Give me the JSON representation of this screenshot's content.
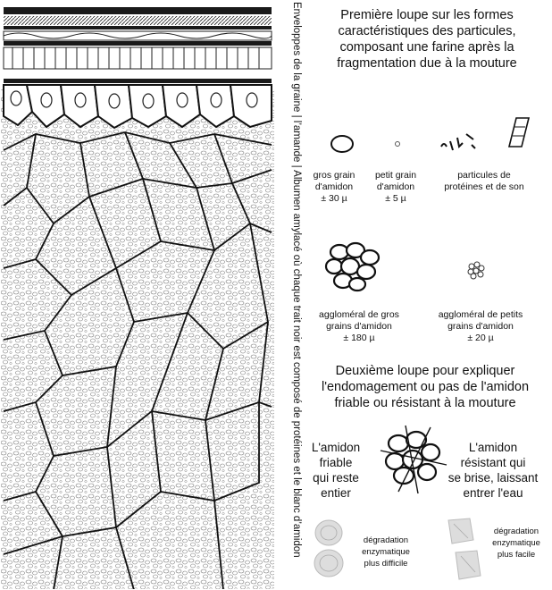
{
  "side_caption": "Enveloppes de la graine | l’amande | Albumen amylacé où chaque trait noir est composé de protéines et le blanc d’amidon",
  "loupe1": {
    "title": "Première loupe sur les formes caractéristiques des particules, composant une farine après la fragmentation due à la mouture",
    "items": [
      {
        "name": "gros grain d'amidon",
        "size": "± 30 µ",
        "label_line1": "gros grain",
        "label_line2": "d'amidon"
      },
      {
        "name": "petit grain d'amidon",
        "size": "± 5 µ",
        "label_line1": "petit grain",
        "label_line2": "d'amidon"
      },
      {
        "name": "particules de protéines et de son",
        "label_line1": "particules de",
        "label_line2": "protéines et de son"
      }
    ],
    "clusters": [
      {
        "line1": "aggloméral de gros",
        "line2": "grains d'amidon",
        "size": "± 180 µ"
      },
      {
        "line1": "aggloméral de petits",
        "line2": "grains d'amidon",
        "size": "± 20 µ"
      }
    ]
  },
  "loupe2": {
    "title": "Deuxième loupe pour expliquer l'endomagement ou pas de l'amidon friable ou résistant à la mouture",
    "title_line1": "Deuxième loupe pour expliquer",
    "title_line2": "l'endomagement ou pas de l'amidon",
    "title_line3": "friable ou résistant à la mouture",
    "friable": {
      "l1": "L'amidon",
      "l2": "friable",
      "l3": "qui reste",
      "l4": "entier"
    },
    "resistant": {
      "l1": "L'amidon",
      "l2": "résistant qui",
      "l3": "se brise, laissant",
      "l4": "entrer l'eau"
    },
    "degradation_hard": {
      "l1": "dégradation",
      "l2": "enzymatique",
      "l3": "plus difficile"
    },
    "degradation_easy": {
      "l1": "dégradation",
      "l2": "enzymatique",
      "l3": "plus facile"
    }
  }
}
